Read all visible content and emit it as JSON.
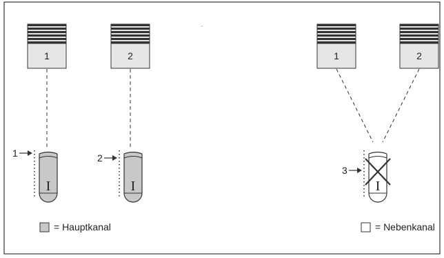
{
  "modules": [
    {
      "id": "module-1",
      "label": "1"
    },
    {
      "id": "module-2",
      "label": "2"
    },
    {
      "id": "module-3",
      "label": "1"
    },
    {
      "id": "module-4",
      "label": "2"
    }
  ],
  "probes": [
    {
      "id": "probe-1",
      "letter": "I",
      "pointer": "1",
      "type": "main"
    },
    {
      "id": "probe-2",
      "letter": "I",
      "pointer": "2",
      "type": "main"
    },
    {
      "id": "probe-3",
      "letter": "I",
      "pointer": "3",
      "type": "secondary"
    }
  ],
  "legend": {
    "main": "= Hauptkanal",
    "secondary": "= Nebenkanal"
  },
  "colors": {
    "main_fill": "#c8c8c8",
    "secondary_fill": "#ffffff",
    "module_fill": "#e6e6e6",
    "stroke": "#333333"
  }
}
